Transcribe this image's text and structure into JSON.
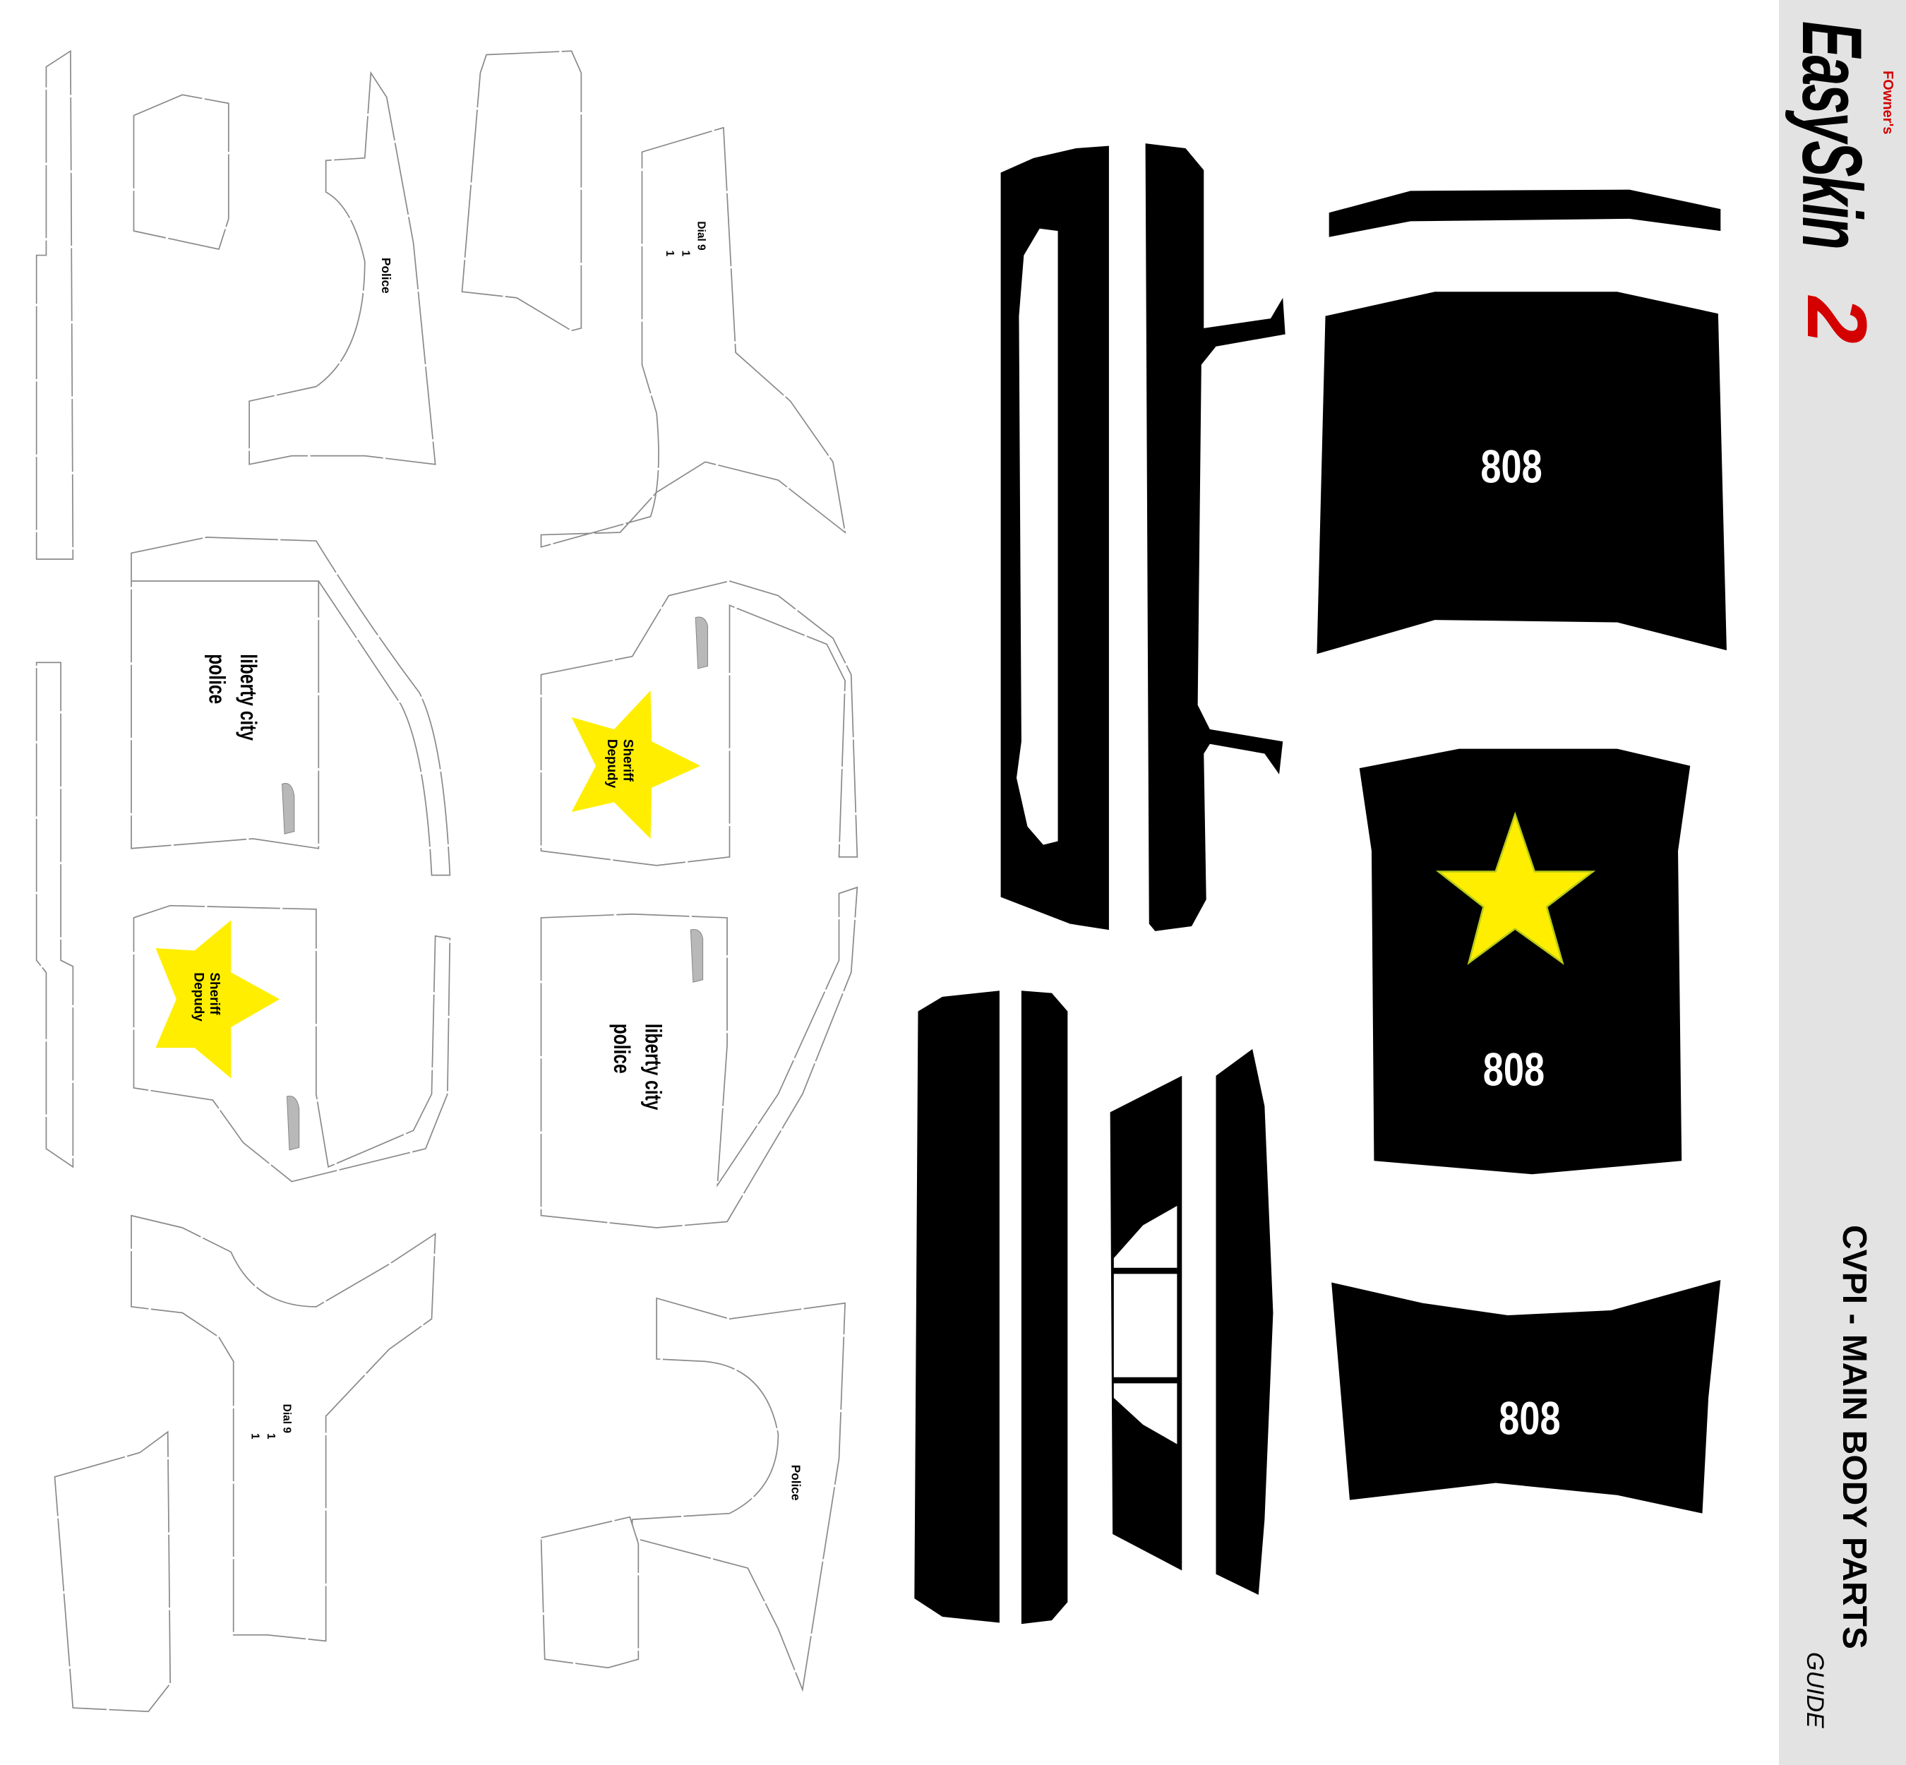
{
  "sheet": {
    "door_text_line1": "liberty city",
    "door_text_line2": "police",
    "star_text_line1": "Sheriff",
    "star_text_line2": "Depudy",
    "fender_text": "Police",
    "quarter_text_line1": "Dial 9",
    "quarter_text_line2": "1",
    "quarter_text_line3": "1",
    "roof_number": "808",
    "trunk_number": "808",
    "hood_number": "808"
  },
  "sidebar": {
    "logo_prefix": "FOwner's",
    "logo_main": "EasySkin",
    "logo_version": "2",
    "title": "CVPI - MAIN BODY PARTS",
    "subtitle": "GUIDE"
  },
  "colors": {
    "star": "#ffee00",
    "logo_red": "#d40000",
    "sidebar_bg": "#e3e3e3",
    "part_black": "#000000"
  }
}
